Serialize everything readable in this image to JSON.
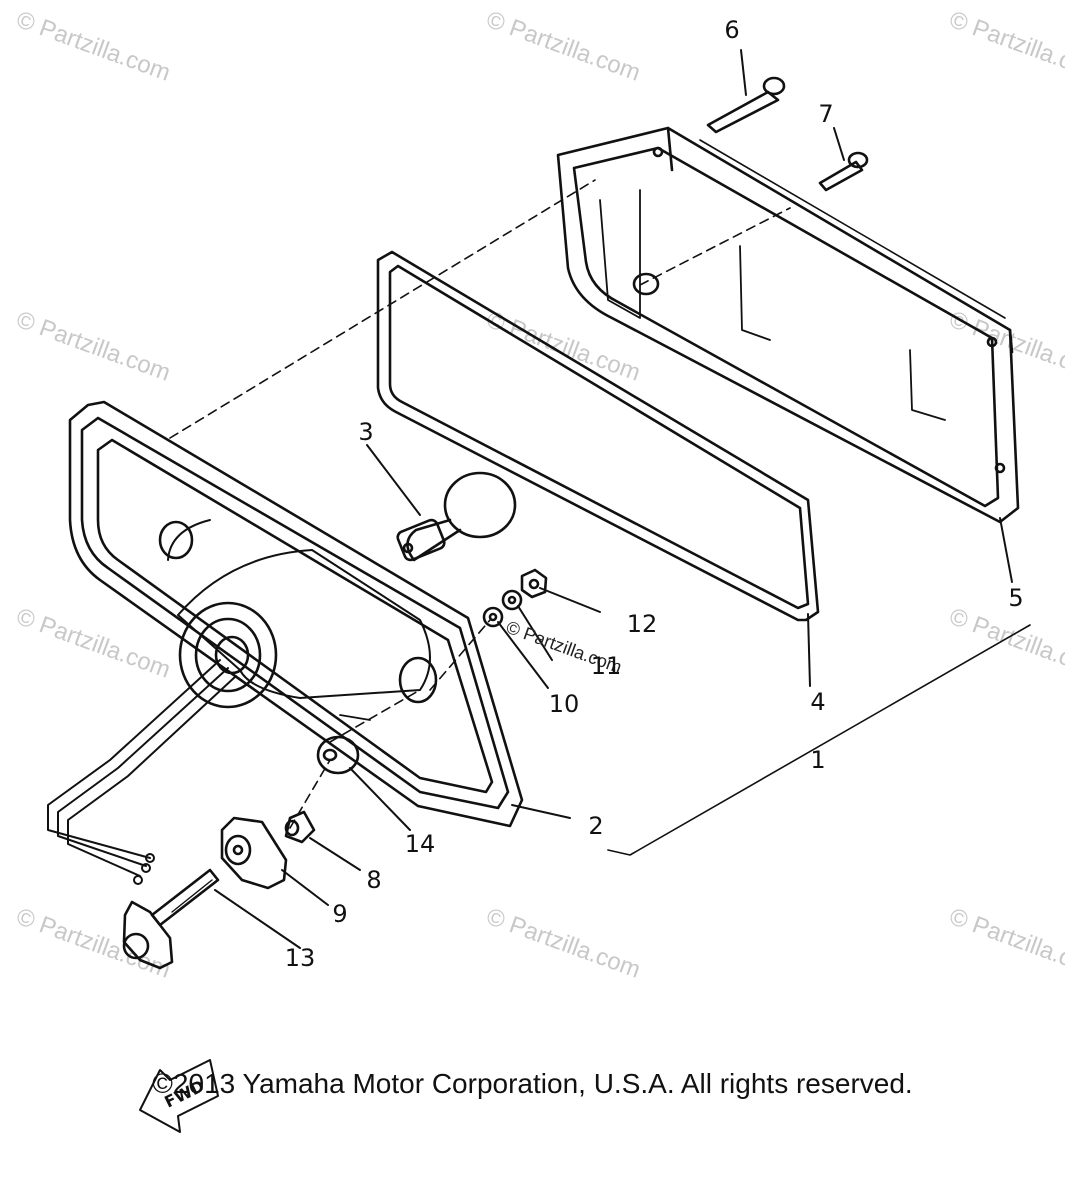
{
  "watermark": "© Partzilla.com",
  "inline_watermark": "© Partzilla.com",
  "callouts": [
    "1",
    "2",
    "3",
    "4",
    "5",
    "6",
    "7",
    "8",
    "9",
    "10",
    "11",
    "12",
    "13",
    "14"
  ],
  "fwd_label": "FWD",
  "copyright": "©2013 Yamaha Motor Corporation, U.S.A. All rights reserved."
}
